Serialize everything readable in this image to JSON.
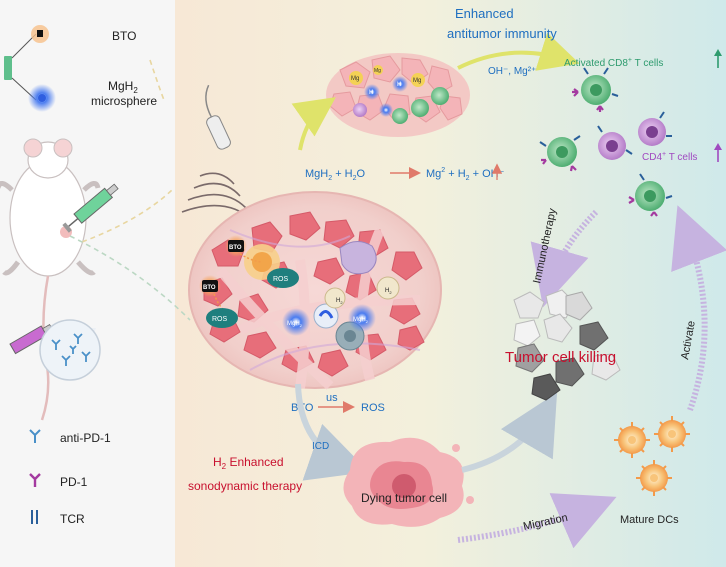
{
  "legend": {
    "bto": "BTO",
    "mgh2_line1": "MgH",
    "mgh2_sub": "2",
    "mgh2_line2": "microsphere",
    "anti_pd1": "anti-PD-1",
    "pd1": "PD-1",
    "tcr": "TCR"
  },
  "immunity": {
    "title_line1": "Enhanced",
    "title_line2": "antitumor immunity",
    "ions": "OH⁻, Mg²⁺",
    "cd8_label": "Activated CD8",
    "cd8_sup": "+",
    "cd8_suffix": " T cells",
    "cd4_label": "CD4",
    "cd4_sup": "+",
    "cd4_suffix": " T cells"
  },
  "reaction": {
    "left": "MgH",
    "left_sub": "2",
    "left_rest": " + H",
    "left_sub2": "2",
    "left_rest2": "O",
    "right": "Mg",
    "right_sup": "2",
    "right_rest": " + H",
    "right_sub": "2",
    "right_rest2": " + OH⁻"
  },
  "tumor_labels": {
    "bto1": "BTO",
    "bto2": "BTO",
    "ros1": "ROS",
    "ros2": "ROS",
    "h2a": "H",
    "h2a_sub": "2",
    "h2b": "H",
    "h2b_sub": "2",
    "mgh2a": "MgH",
    "mgh2a_sub": "2",
    "mgh2b": "MgH",
    "mgh2b_sub": "2"
  },
  "mini_labels": {
    "mg1": "Mg",
    "h1": "H",
    "mg2": "Mg",
    "h2": "H",
    "mg3": "Mg"
  },
  "sono": {
    "bto": "BTO",
    "us": "us",
    "ros": "ROS",
    "icd": "ICD",
    "therapy_line1": "H",
    "therapy_sub": "2",
    "therapy_line1_rest": " Enhanced",
    "therapy_line2": "sonodynamic therapy"
  },
  "cycle": {
    "immunotherapy": "Immunotherapy",
    "killing": "Tumor cell killing",
    "activate": "Activate",
    "dying": "Dying tumor cell",
    "migration": "Migration",
    "mature_dcs": "Mature DCs"
  },
  "colors": {
    "blue_text": "#1f6fc0",
    "red_text": "#c8102e",
    "cd8_green": "#2e9b6e",
    "cd4_purple": "#a04ac0",
    "arrow_salmon": "#e07a6a"
  }
}
